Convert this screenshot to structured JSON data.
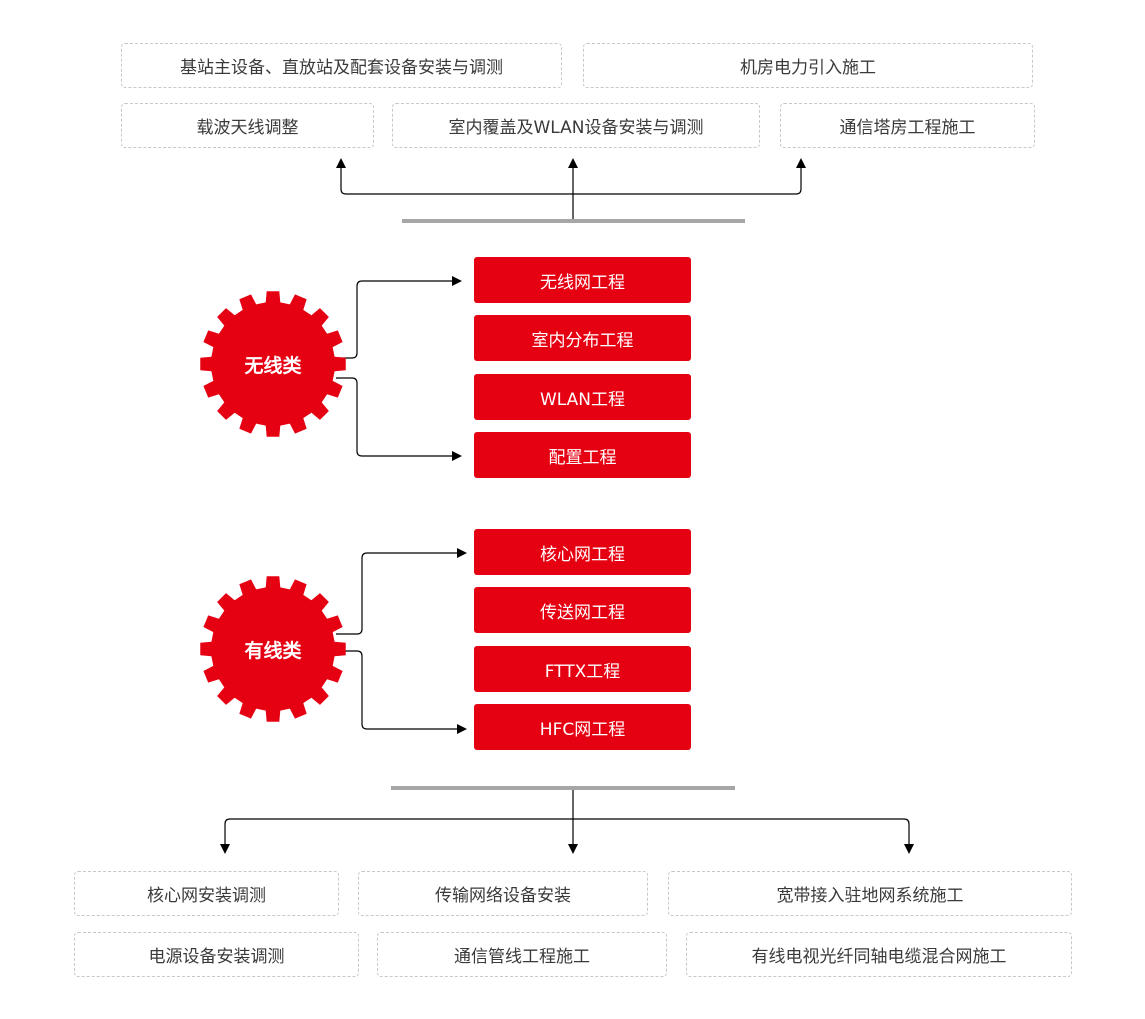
{
  "top_services": [
    "基站主设备、直放站及配套设备安装与调测",
    "机房电力引入施工",
    "载波天线调整",
    "室内覆盖及WLAN设备安装与调测",
    "通信塔房工程施工"
  ],
  "wireless": {
    "label": "无线类",
    "items": [
      "无线网工程",
      "室内分布工程",
      "WLAN工程",
      "配置工程"
    ]
  },
  "wired": {
    "label": "有线类",
    "items": [
      "核心网工程",
      "传送网工程",
      "FTTX工程",
      "HFC网工程"
    ]
  },
  "bottom_services": [
    "核心网安装调测",
    "传输网络设备安装",
    "宽带接入驻地网系统施工",
    "电源设备安装调测",
    "通信管线工程施工",
    "有线电视光纤同轴电缆混合网施工"
  ],
  "colors": {
    "accent": "#e50012",
    "bar": "#a6a6a6",
    "dashed_border": "#c8c8c8"
  }
}
